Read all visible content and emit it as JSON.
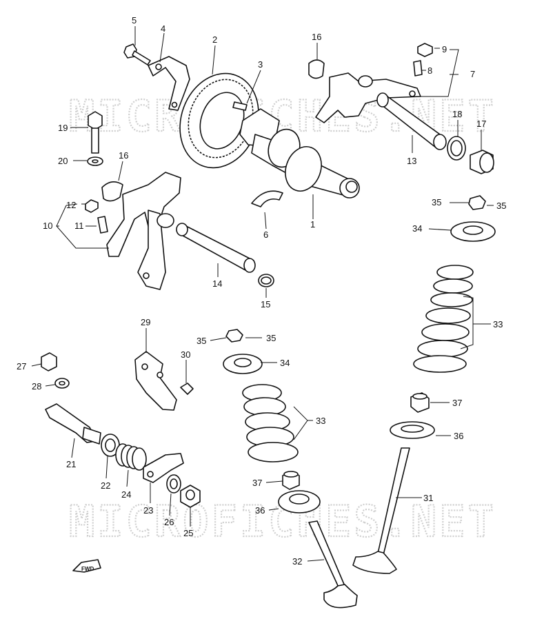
{
  "watermark": "MICROFICHES.NET",
  "fwd_label": "FWD",
  "callouts": {
    "c1": "1",
    "c2": "2",
    "c3": "3",
    "c4": "4",
    "c5": "5",
    "c6": "6",
    "c7": "7",
    "c8": "8",
    "c9": "9",
    "c10": "10",
    "c11": "11",
    "c12": "12",
    "c13": "13",
    "c14": "14",
    "c15": "15",
    "c16a": "16",
    "c16b": "16",
    "c17": "17",
    "c18": "18",
    "c19": "19",
    "c20": "20",
    "c21": "21",
    "c22": "22",
    "c23": "23",
    "c24": "24",
    "c25": "25",
    "c26": "26",
    "c27": "27",
    "c28": "28",
    "c29": "29",
    "c30": "30",
    "c31": "31",
    "c32": "32",
    "c33a": "33",
    "c33b": "33",
    "c34a": "34",
    "c34b": "34",
    "c35a": "35",
    "c35b": "35",
    "c35c": "35",
    "c35d": "35",
    "c36a": "36",
    "c36b": "36",
    "c37a": "37",
    "c37b": "37"
  }
}
